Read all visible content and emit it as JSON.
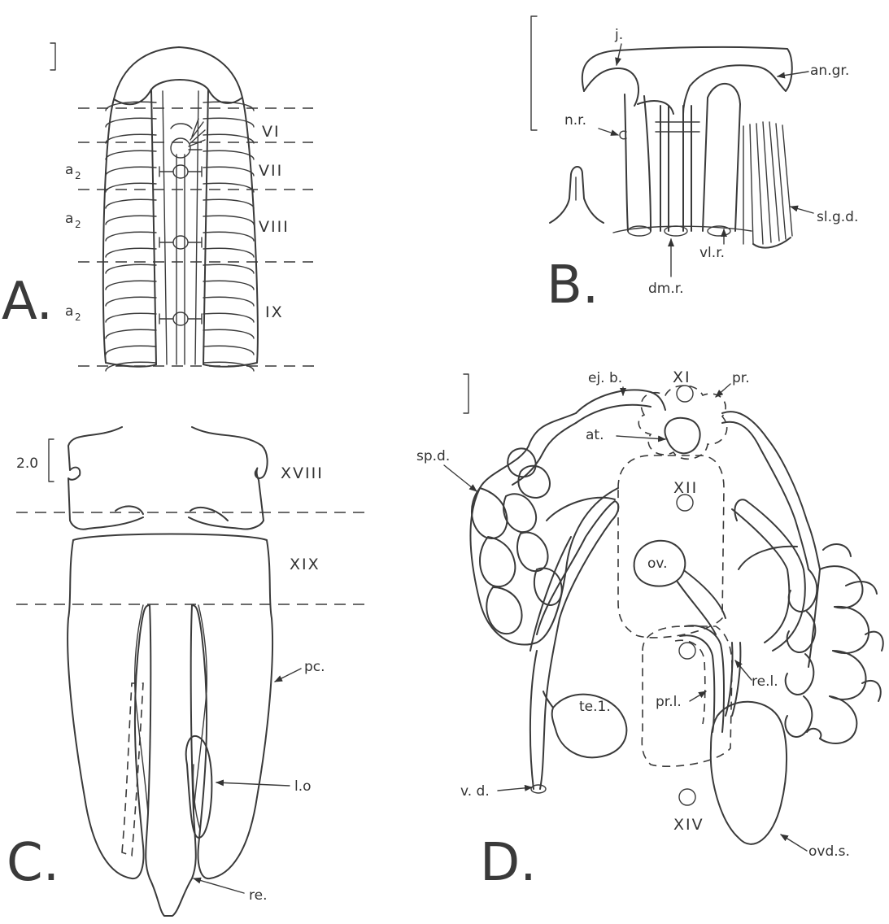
{
  "panel_A": {
    "panel_letter": "A.",
    "segments": [
      "VI",
      "VII",
      "VIII",
      "IX"
    ],
    "annulus_label": "a",
    "annulus_subscript": "2"
  },
  "panel_B": {
    "panel_letter": "B.",
    "labels": {
      "j": "j.",
      "an_gr": "an.gr.",
      "n_r": "n.r.",
      "sl_g_d": "sl.g.d.",
      "vl_r": "vl.r.",
      "dm_r": "dm.r."
    }
  },
  "panel_C": {
    "panel_letter": "C.",
    "scale_value": "2.0",
    "segments": [
      "XVIII",
      "XIX"
    ],
    "labels": {
      "pc": "pc.",
      "l_o": "l.o",
      "re": "re."
    }
  },
  "panel_D": {
    "panel_letter": "D.",
    "segments": [
      "XI",
      "XII",
      "XIV"
    ],
    "labels": {
      "ej_b": "ej. b.",
      "pr": "pr.",
      "at": "at.",
      "sp_d": "sp.d.",
      "ov": "ov.",
      "re_l": "re.l.",
      "pr_l": "pr.l.",
      "te_1": "te.1.",
      "v_d": "v. d.",
      "ovd_s": "ovd.s."
    }
  }
}
